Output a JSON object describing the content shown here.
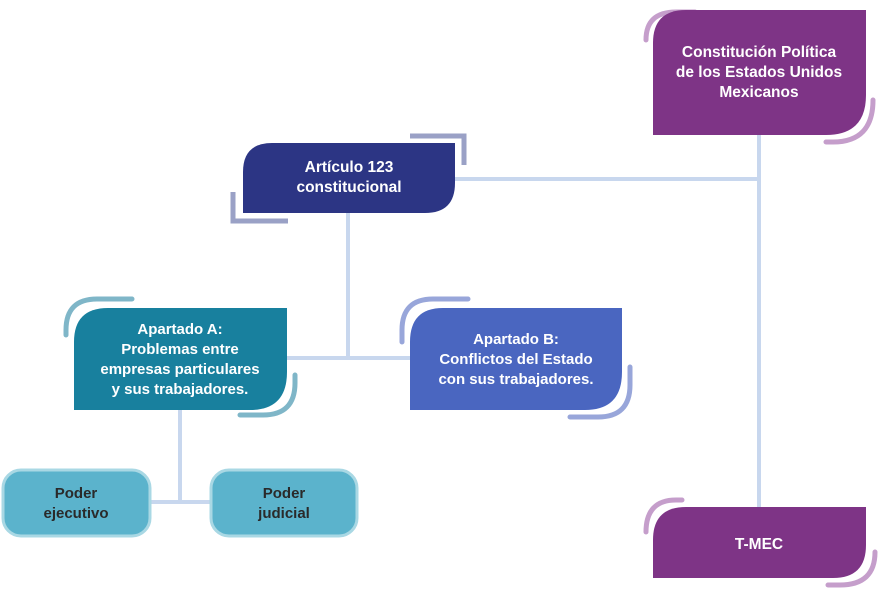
{
  "nodes": {
    "constitucion": {
      "lines": [
        "Constitución Política",
        "de los Estados Unidos",
        "Mexicanos"
      ],
      "fill": "#7e3486",
      "accent": "#c59ecb",
      "text_color": "#ffffff"
    },
    "tmec": {
      "lines": [
        "T-MEC"
      ],
      "fill": "#7e3486",
      "accent": "#c59ecb",
      "text_color": "#ffffff"
    },
    "articulo": {
      "lines": [
        "Artículo 123",
        "constitucional"
      ],
      "fill": "#2c3584",
      "accent": "#9aa1c6",
      "text_color": "#ffffff"
    },
    "apartado_a": {
      "lines": [
        "Apartado A:",
        "Problemas entre",
        "empresas particulares",
        "y sus trabajadores."
      ],
      "fill": "#18809e",
      "accent": "#7fb6c8",
      "text_color": "#ffffff"
    },
    "apartado_b": {
      "lines": [
        "Apartado B:",
        "Conflictos del Estado",
        "con sus trabajadores."
      ],
      "fill": "#4a66c0",
      "accent": "#98a6da",
      "text_color": "#ffffff"
    },
    "ejecutivo": {
      "lines": [
        "Poder",
        "ejecutivo"
      ],
      "fill": "#5bb3cc",
      "border": "#a9d8e4",
      "text_color": "#2a2a2a"
    },
    "judicial": {
      "lines": [
        "Poder",
        "judicial"
      ],
      "fill": "#5bb3cc",
      "border": "#a9d8e4",
      "text_color": "#2a2a2a"
    }
  },
  "connector_color": "#c8d7ee"
}
